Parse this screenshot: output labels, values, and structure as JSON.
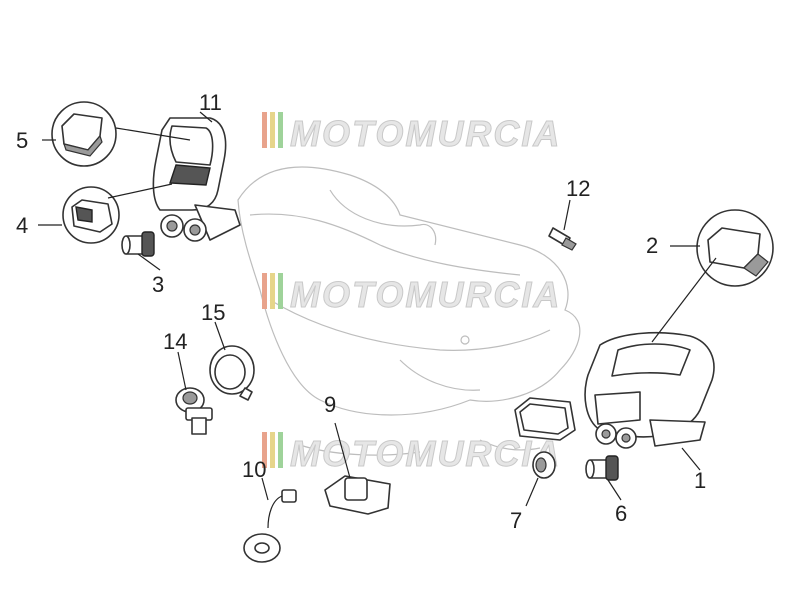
{
  "watermark": {
    "text": "MOTOMURCIA",
    "stripe_colors": [
      "#e8a38c",
      "#e6d58a",
      "#9fd39a"
    ]
  },
  "callouts": {
    "c1": "1",
    "c2": "2",
    "c3": "3",
    "c4": "4",
    "c5": "5",
    "c6": "6",
    "c7": "7",
    "c9": "9",
    "c10": "10",
    "c11": "11",
    "c12": "12",
    "c14": "14",
    "c15": "15"
  },
  "colors": {
    "line": "#333333",
    "body_outline": "#bdbdbd",
    "watermark_fill": "#e6e6e6"
  }
}
